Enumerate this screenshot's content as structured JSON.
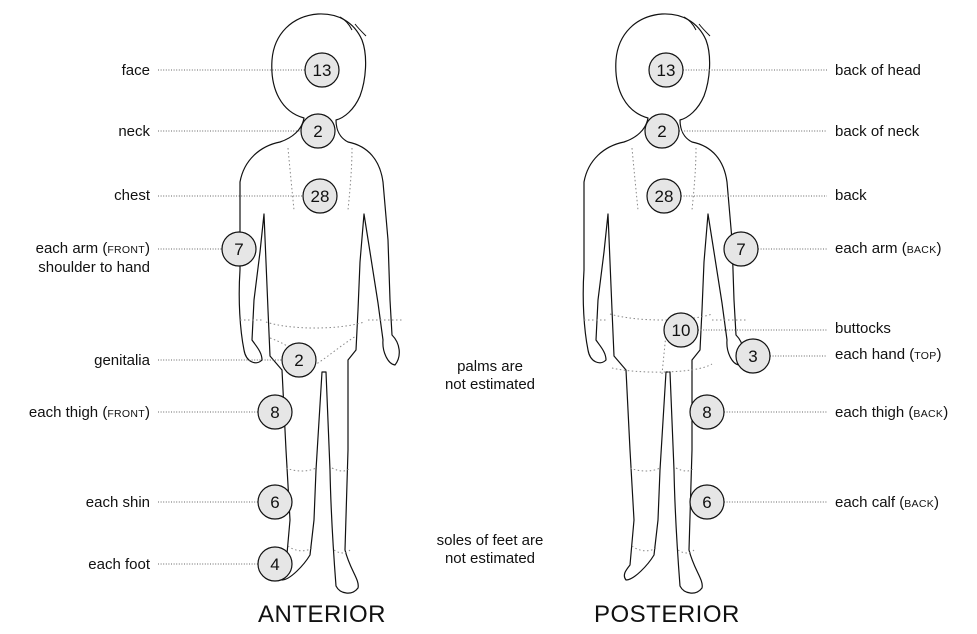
{
  "views": {
    "anterior": {
      "title": "ANTERIOR",
      "regions": [
        {
          "label": "face",
          "value": "13"
        },
        {
          "label": "neck",
          "value": "2"
        },
        {
          "label": "chest",
          "value": "28"
        },
        {
          "label": "each arm",
          "qualifier": "FRONT",
          "label_line2": "shoulder to hand",
          "value": "7"
        },
        {
          "label": "genitalia",
          "value": "2"
        },
        {
          "label": "each thigh",
          "qualifier": "FRONT",
          "value": "8"
        },
        {
          "label": "each shin",
          "value": "6"
        },
        {
          "label": "each foot",
          "value": "4"
        }
      ]
    },
    "posterior": {
      "title": "POSTERIOR",
      "regions": [
        {
          "label": "back of head",
          "value": "13"
        },
        {
          "label": "back of neck",
          "value": "2"
        },
        {
          "label": "back",
          "value": "28"
        },
        {
          "label": "each arm",
          "qualifier": "BACK",
          "value": "7"
        },
        {
          "label": "buttocks",
          "value": "10"
        },
        {
          "label": "each hand",
          "qualifier": "TOP",
          "value": "3"
        },
        {
          "label": "each thigh",
          "qualifier": "BACK",
          "value": "8"
        },
        {
          "label": "each calf",
          "qualifier": "BACK",
          "value": "6"
        }
      ]
    }
  },
  "notes": {
    "palms": [
      "palms are",
      "not estimated"
    ],
    "soles": [
      "soles of feet are",
      "not estimated"
    ]
  }
}
